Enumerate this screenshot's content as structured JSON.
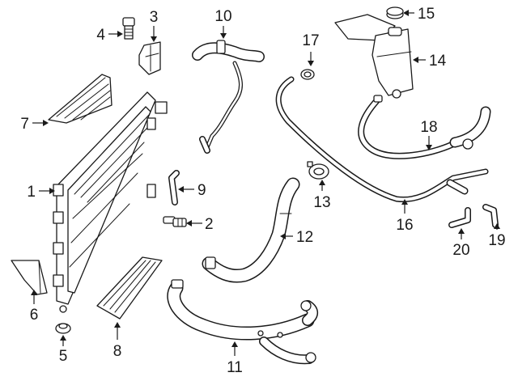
{
  "callouts": [
    {
      "id": "1",
      "label": "1"
    },
    {
      "id": "2",
      "label": "2"
    },
    {
      "id": "3",
      "label": "3"
    },
    {
      "id": "4",
      "label": "4"
    },
    {
      "id": "5",
      "label": "5"
    },
    {
      "id": "6",
      "label": "6"
    },
    {
      "id": "7",
      "label": "7"
    },
    {
      "id": "8",
      "label": "8"
    },
    {
      "id": "9",
      "label": "9"
    },
    {
      "id": "10",
      "label": "10"
    },
    {
      "id": "11",
      "label": "11"
    },
    {
      "id": "12",
      "label": "12"
    },
    {
      "id": "13",
      "label": "13"
    },
    {
      "id": "14",
      "label": "14"
    },
    {
      "id": "15",
      "label": "15"
    },
    {
      "id": "16",
      "label": "16"
    },
    {
      "id": "17",
      "label": "17"
    },
    {
      "id": "18",
      "label": "18"
    },
    {
      "id": "19",
      "label": "19"
    },
    {
      "id": "20",
      "label": "20"
    }
  ],
  "colors": {
    "line": "#1a1a1a",
    "background": "#ffffff"
  }
}
